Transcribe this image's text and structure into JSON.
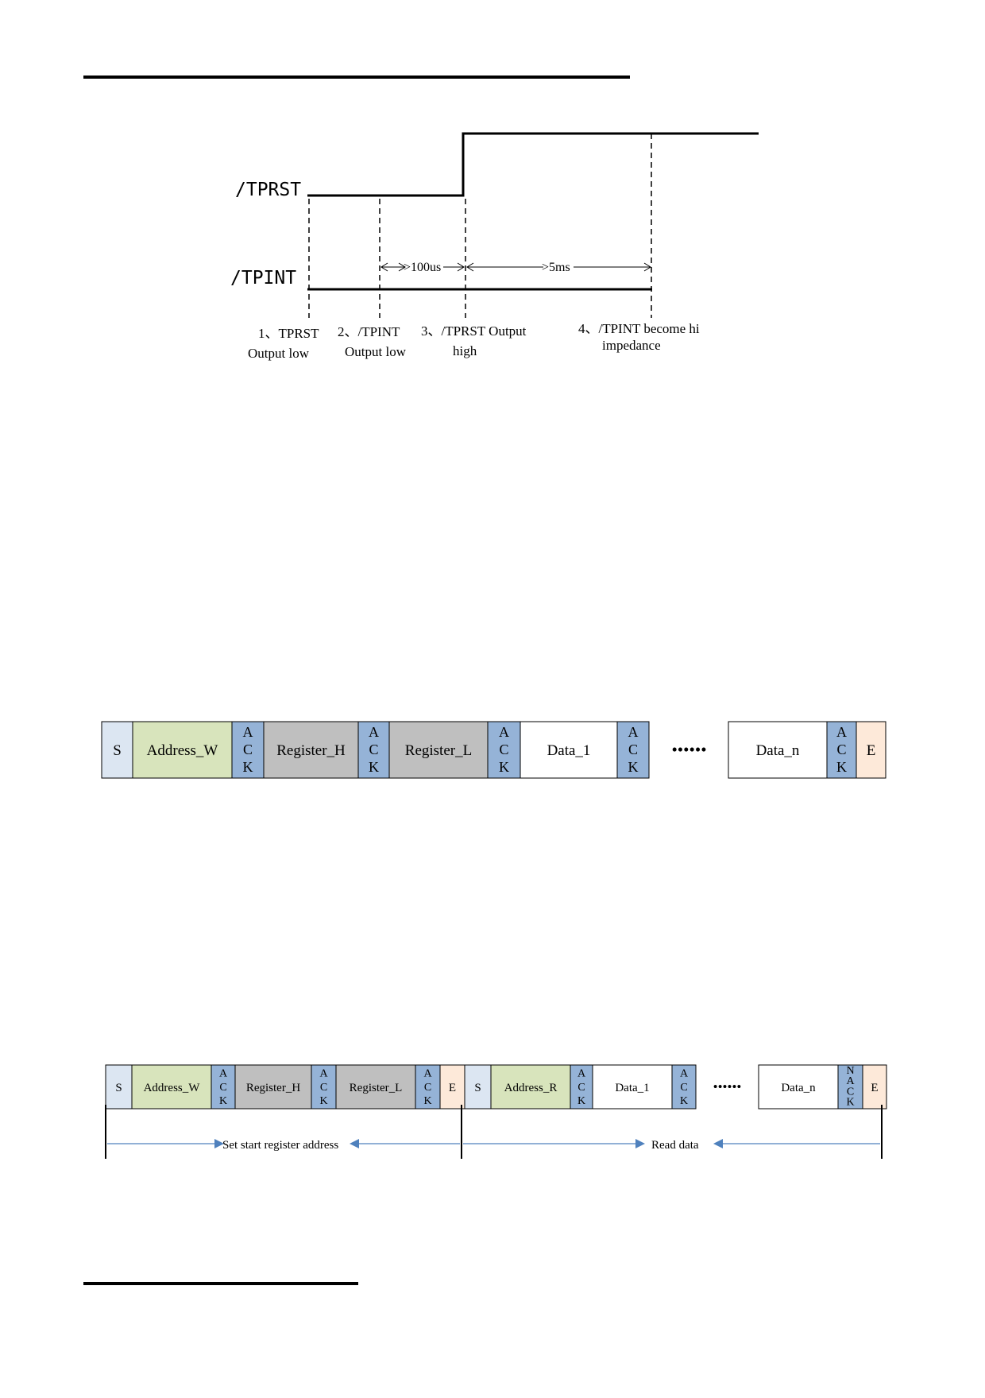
{
  "timing": {
    "signals": [
      "/TPRST",
      "/TPINT"
    ],
    "intervals": [
      ">100us",
      ">5ms"
    ],
    "steps": [
      {
        "line1": "1、TPRST",
        "line2": "Output low"
      },
      {
        "line1": "2、/TPINT",
        "line2": "Output low"
      },
      {
        "line1": "3、/TPRST Output",
        "line2": "high"
      },
      {
        "line1": "4、/TPINT become hi",
        "line2": "impedance"
      }
    ]
  },
  "write_frame": {
    "fields": [
      "S",
      "Address_W",
      "A C K",
      "Register_H",
      "A C K",
      "Register_L",
      "A C K",
      "Data_1",
      "A C K",
      "••••••",
      "Data_n",
      "A C K",
      "E"
    ]
  },
  "read_frame": {
    "fields": [
      "S",
      "Address_W",
      "A C K",
      "Register_H",
      "A C K",
      "Register_L",
      "A C K",
      "E",
      "S",
      "Address_R",
      "A C K",
      "Data_1",
      "A C K",
      "••••••",
      "Data_n",
      "N A C K",
      "E"
    ],
    "phases": [
      "Set start register address",
      "Read data"
    ]
  },
  "colors": {
    "start": "#dce6f2",
    "address": "#d8e4bc",
    "ack": "#95b3d7",
    "register": "#bfbfbf",
    "data": "#ffffff",
    "end": "#fde9d9",
    "arrow": "#4f81bd"
  }
}
